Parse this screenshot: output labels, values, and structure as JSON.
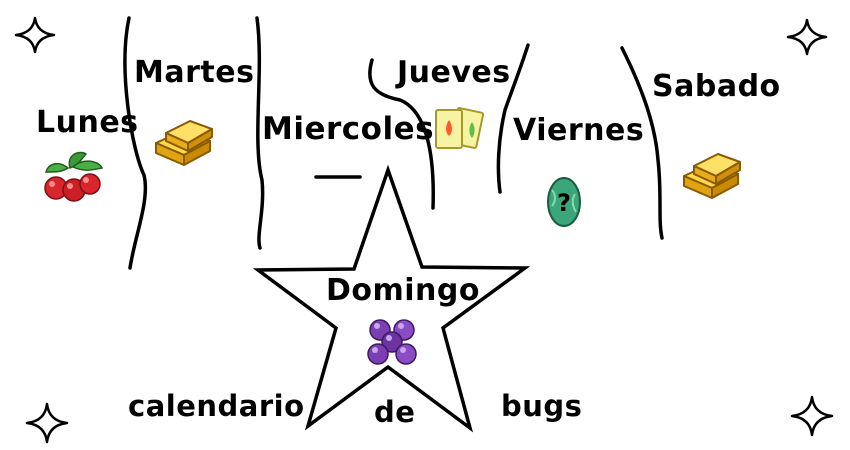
{
  "days": {
    "monday": "Lunes",
    "tuesday": "Martes",
    "wednesday": "Miercoles",
    "thursday": "Jueves",
    "friday": "Viernes",
    "saturday": "Sabado",
    "sunday": "Domingo"
  },
  "caption": {
    "word1": "calendario",
    "word2": "de",
    "word3": "bugs"
  },
  "icons": {
    "monday": "cherries-icon",
    "tuesday": "gold-bars-icon",
    "thursday": "playing-cards-icon",
    "friday": "mystery-egg-icon",
    "saturday": "gold-bars-icon",
    "sunday": "purple-gems-icon",
    "corners": "sparkle-icon"
  },
  "colors": {
    "gold": "#f2c12e",
    "egg_green": "#3aa67a",
    "gem_purple": "#7b3fb3",
    "cherry_red": "#d8262c",
    "leaf_green": "#3c9a36",
    "card_yellow": "#f7f3a3"
  }
}
